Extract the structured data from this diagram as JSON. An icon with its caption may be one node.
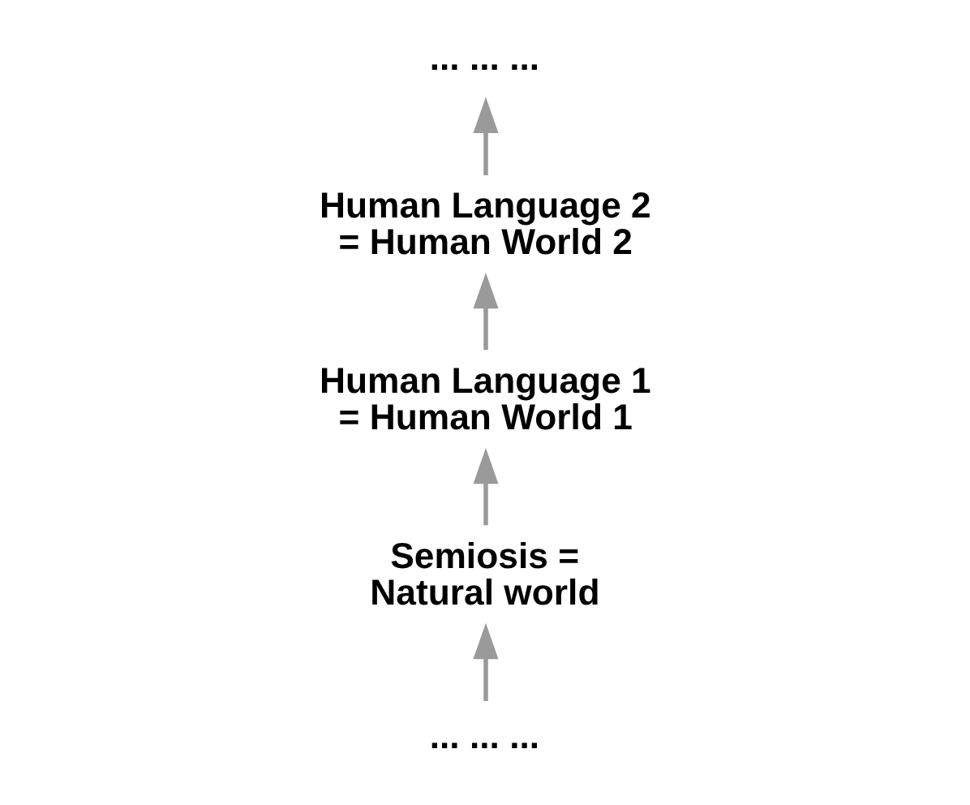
{
  "diagram": {
    "nodes": [
      {
        "text": [
          "... ... ..."
        ]
      },
      {
        "text": [
          "Human Language 2 = Human World 2"
        ]
      },
      {
        "text": [
          "Human Language 1 = Human World 1"
        ]
      },
      {
        "text": [
          "Semiosis = Natural world"
        ]
      },
      {
        "text": [
          "... ... ..."
        ]
      }
    ],
    "edges": [
      {
        "from": 4,
        "to": 3,
        "arrow": "to"
      },
      {
        "from": 3,
        "to": 2,
        "arrow": "to"
      },
      {
        "from": 2,
        "to": 1,
        "arrow": "to"
      },
      {
        "from": 1,
        "to": 0,
        "arrow": "to"
      }
    ]
  }
}
